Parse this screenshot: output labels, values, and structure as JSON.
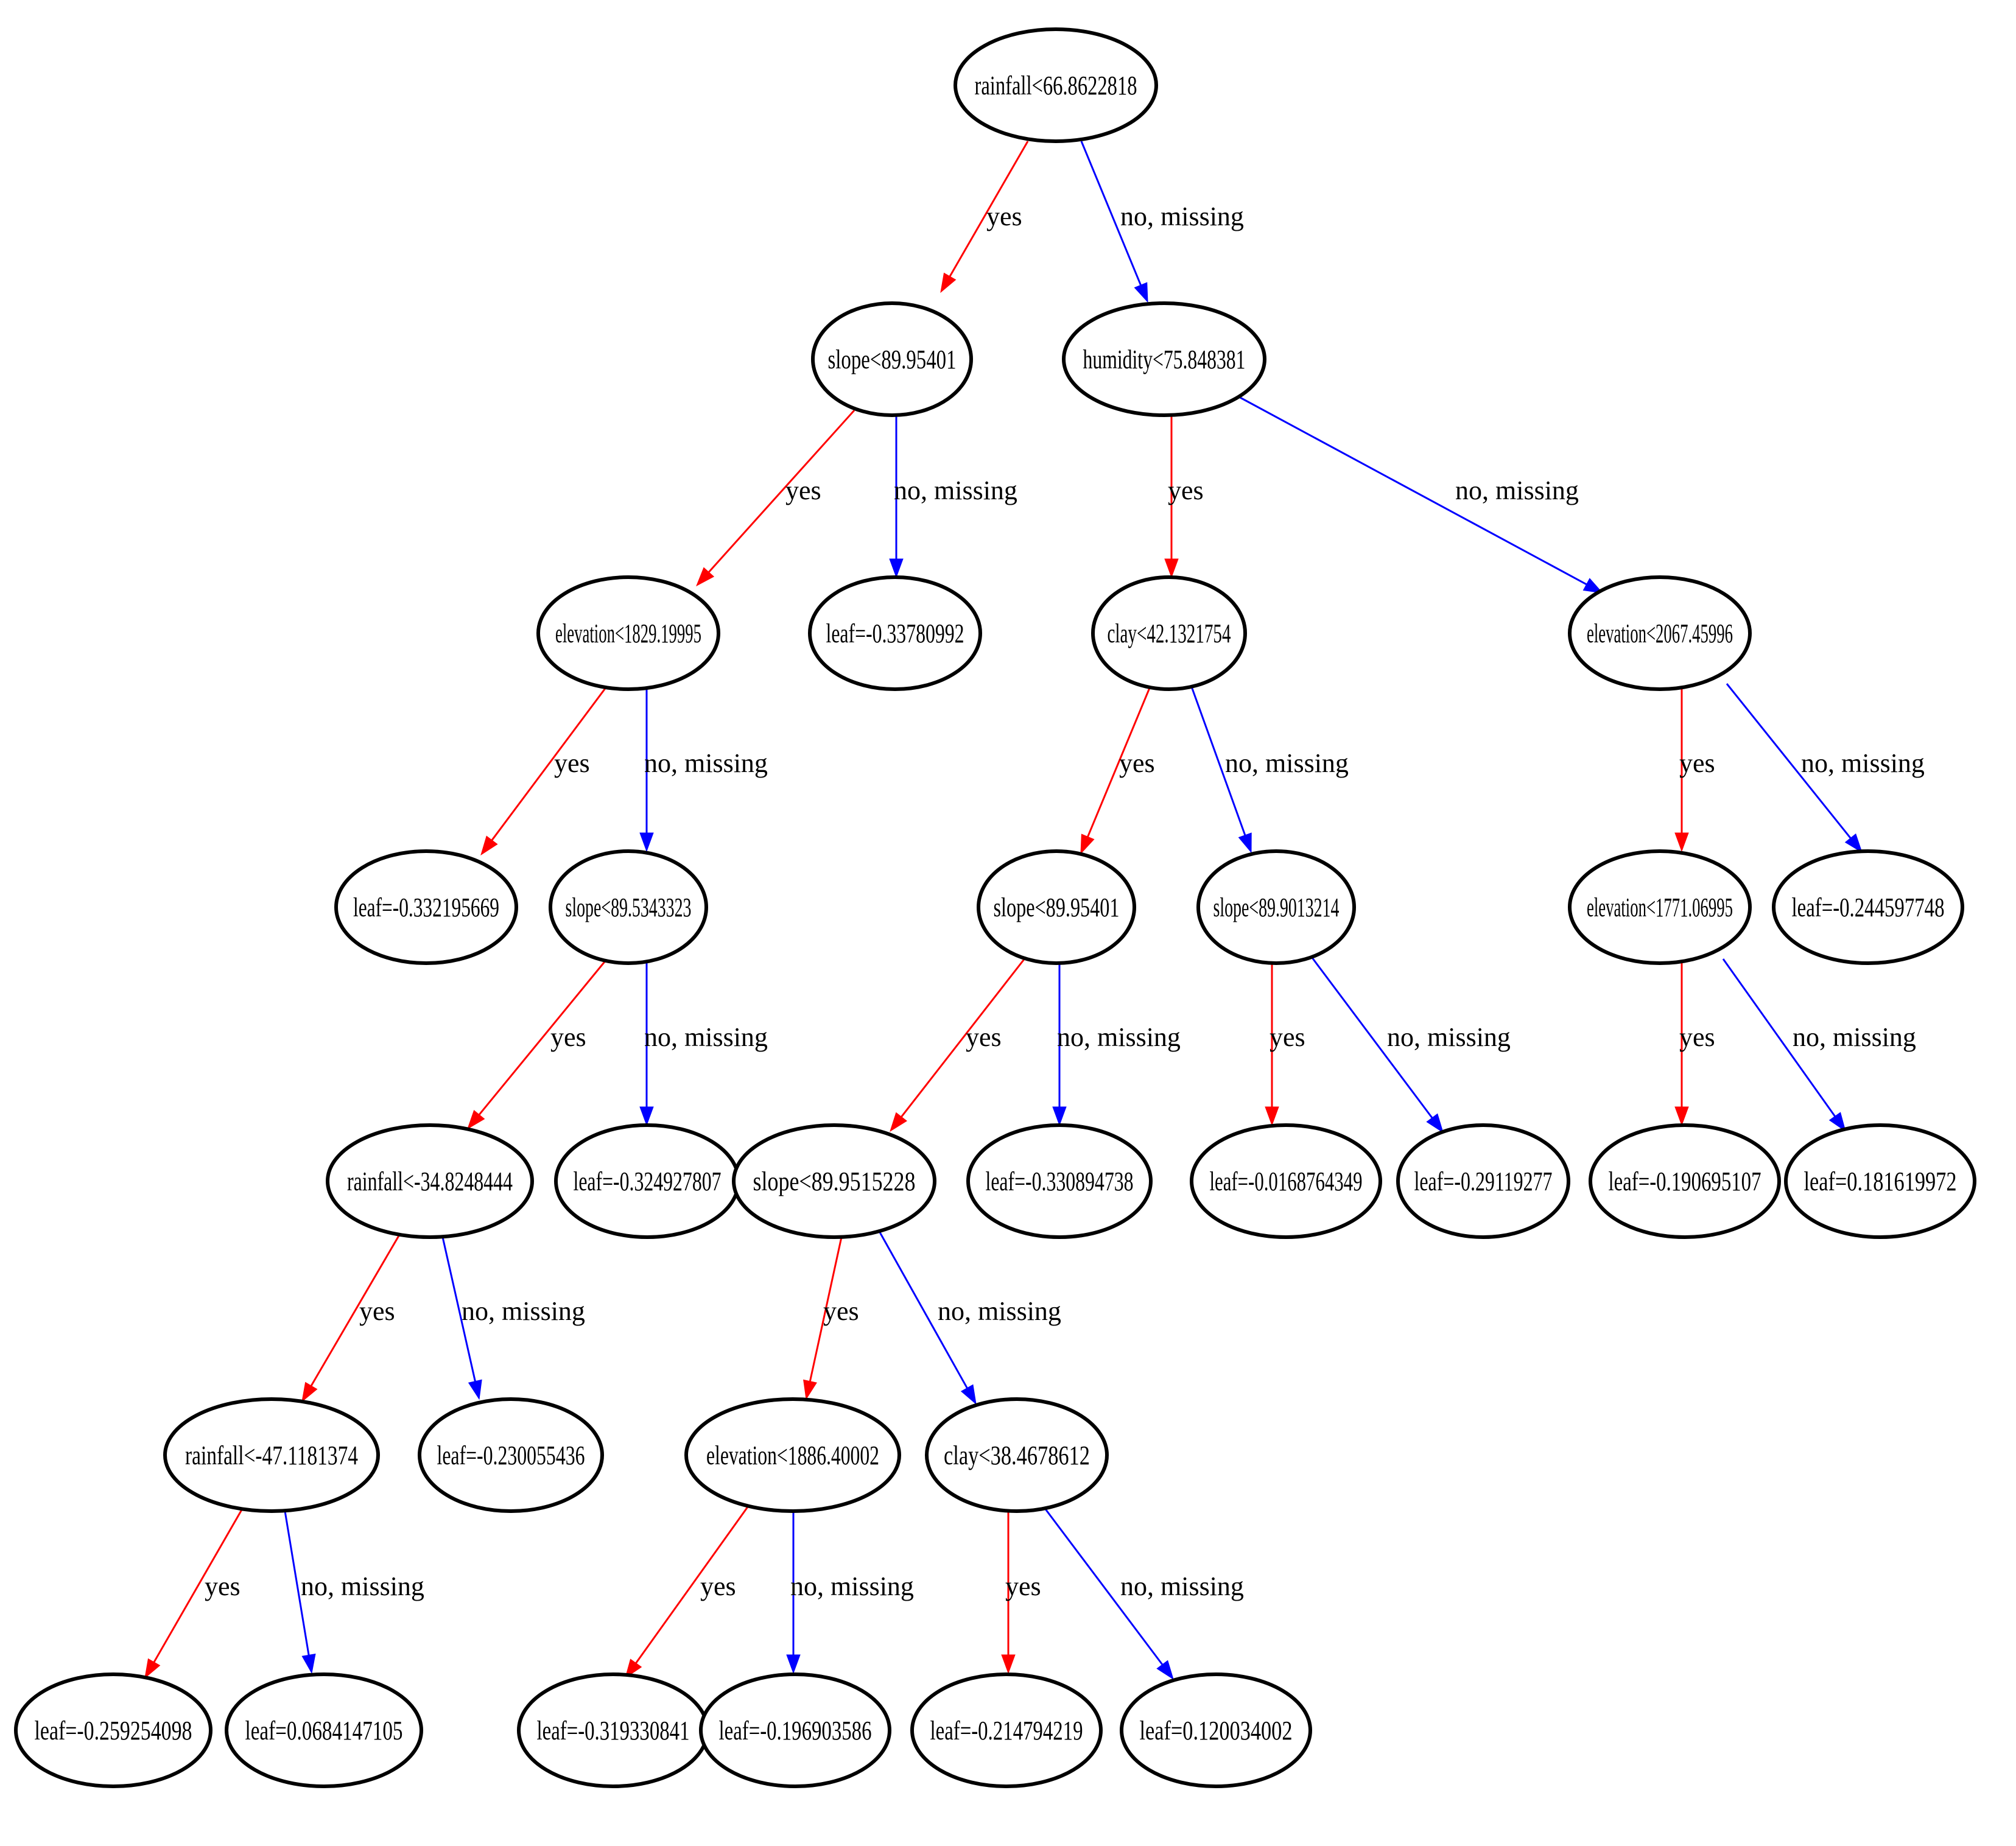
{
  "colors": {
    "yes": "#ff0000",
    "no": "#0000ff"
  },
  "nodes": [
    {
      "id": "n0",
      "label": "rainfall<66.8622818"
    },
    {
      "id": "n1",
      "label": "slope<89.95401"
    },
    {
      "id": "n2",
      "label": "humidity<75.848381"
    },
    {
      "id": "n3",
      "label": "elevation<1829.19995"
    },
    {
      "id": "n4",
      "label": "leaf=-0.33780992"
    },
    {
      "id": "n5",
      "label": "clay<42.1321754"
    },
    {
      "id": "n6",
      "label": "elevation<2067.45996"
    },
    {
      "id": "n7",
      "label": "leaf=-0.332195669"
    },
    {
      "id": "n8",
      "label": "slope<89.5343323"
    },
    {
      "id": "n9",
      "label": "slope<89.95401"
    },
    {
      "id": "n10",
      "label": "slope<89.9013214"
    },
    {
      "id": "n11",
      "label": "elevation<1771.06995"
    },
    {
      "id": "n12",
      "label": "leaf=-0.244597748"
    },
    {
      "id": "n13",
      "label": "rainfall<-34.8248444"
    },
    {
      "id": "n14",
      "label": "leaf=-0.324927807"
    },
    {
      "id": "n15",
      "label": "slope<89.9515228"
    },
    {
      "id": "n16",
      "label": "leaf=-0.330894738"
    },
    {
      "id": "n17",
      "label": "leaf=-0.0168764349"
    },
    {
      "id": "n18",
      "label": "leaf=-0.29119277"
    },
    {
      "id": "n19",
      "label": "leaf=-0.190695107"
    },
    {
      "id": "n20",
      "label": "leaf=0.181619972"
    },
    {
      "id": "n21",
      "label": "rainfall<-47.1181374"
    },
    {
      "id": "n22",
      "label": "leaf=-0.230055436"
    },
    {
      "id": "n23",
      "label": "elevation<1886.40002"
    },
    {
      "id": "n24",
      "label": "clay<38.4678612"
    },
    {
      "id": "n25",
      "label": "leaf=-0.259254098"
    },
    {
      "id": "n26",
      "label": "leaf=0.0684147105"
    },
    {
      "id": "n27",
      "label": "leaf=-0.319330841"
    },
    {
      "id": "n28",
      "label": "leaf=-0.196903586"
    },
    {
      "id": "n29",
      "label": "leaf=-0.214794219"
    },
    {
      "id": "n30",
      "label": "leaf=0.120034002"
    }
  ],
  "edges": [
    {
      "from": "n0",
      "to": "n1",
      "label": "yes",
      "kind": "yes"
    },
    {
      "from": "n0",
      "to": "n2",
      "label": "no, missing",
      "kind": "no"
    },
    {
      "from": "n1",
      "to": "n3",
      "label": "yes",
      "kind": "yes"
    },
    {
      "from": "n1",
      "to": "n4",
      "label": "no, missing",
      "kind": "no"
    },
    {
      "from": "n2",
      "to": "n5",
      "label": "yes",
      "kind": "yes"
    },
    {
      "from": "n2",
      "to": "n6",
      "label": "no, missing",
      "kind": "no"
    },
    {
      "from": "n3",
      "to": "n7",
      "label": "yes",
      "kind": "yes"
    },
    {
      "from": "n3",
      "to": "n8",
      "label": "no, missing",
      "kind": "no"
    },
    {
      "from": "n5",
      "to": "n9",
      "label": "yes",
      "kind": "yes"
    },
    {
      "from": "n5",
      "to": "n10",
      "label": "no, missing",
      "kind": "no"
    },
    {
      "from": "n6",
      "to": "n11",
      "label": "yes",
      "kind": "yes"
    },
    {
      "from": "n6",
      "to": "n12",
      "label": "no, missing",
      "kind": "no"
    },
    {
      "from": "n8",
      "to": "n13",
      "label": "yes",
      "kind": "yes"
    },
    {
      "from": "n8",
      "to": "n14",
      "label": "no, missing",
      "kind": "no"
    },
    {
      "from": "n9",
      "to": "n15",
      "label": "yes",
      "kind": "yes"
    },
    {
      "from": "n9",
      "to": "n16",
      "label": "no, missing",
      "kind": "no"
    },
    {
      "from": "n10",
      "to": "n17",
      "label": "yes",
      "kind": "yes"
    },
    {
      "from": "n10",
      "to": "n18",
      "label": "no, missing",
      "kind": "no"
    },
    {
      "from": "n11",
      "to": "n19",
      "label": "yes",
      "kind": "yes"
    },
    {
      "from": "n11",
      "to": "n20",
      "label": "no, missing",
      "kind": "no"
    },
    {
      "from": "n13",
      "to": "n21",
      "label": "yes",
      "kind": "yes"
    },
    {
      "from": "n13",
      "to": "n22",
      "label": "no, missing",
      "kind": "no"
    },
    {
      "from": "n15",
      "to": "n23",
      "label": "yes",
      "kind": "yes"
    },
    {
      "from": "n15",
      "to": "n24",
      "label": "no, missing",
      "kind": "no"
    },
    {
      "from": "n21",
      "to": "n25",
      "label": "yes",
      "kind": "yes"
    },
    {
      "from": "n21",
      "to": "n26",
      "label": "no, missing",
      "kind": "no"
    },
    {
      "from": "n23",
      "to": "n27",
      "label": "yes",
      "kind": "yes"
    },
    {
      "from": "n23",
      "to": "n28",
      "label": "no, missing",
      "kind": "no"
    },
    {
      "from": "n24",
      "to": "n29",
      "label": "yes",
      "kind": "yes"
    },
    {
      "from": "n24",
      "to": "n30",
      "label": "no, missing",
      "kind": "no"
    }
  ]
}
